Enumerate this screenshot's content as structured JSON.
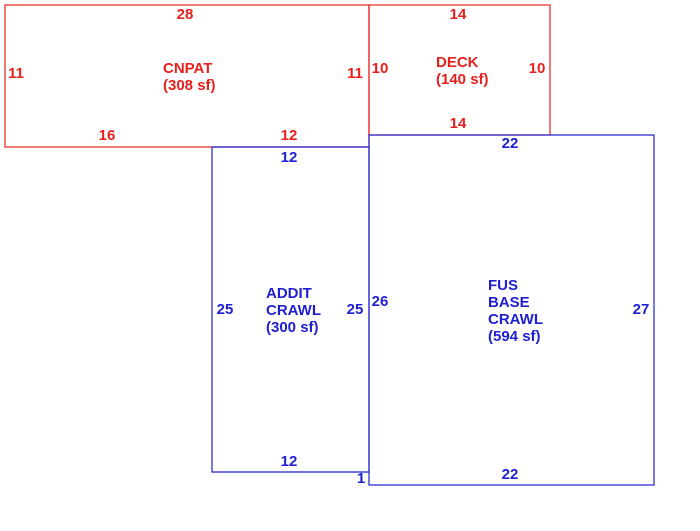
{
  "colors": {
    "red": "#e8201c",
    "blue": "#1f1fcf"
  },
  "areas": [
    {
      "id": "cnpat",
      "color": "red",
      "name": "CNPAT",
      "area": "(308 sf)",
      "dims": {
        "top": "28",
        "left": "11",
        "right": "11",
        "bottom_a": "16",
        "bottom_b": "12"
      }
    },
    {
      "id": "deck",
      "color": "red",
      "name": "DECK",
      "area": "(140 sf)",
      "dims": {
        "top": "14",
        "left": "10",
        "right": "10",
        "bottom": "14"
      }
    },
    {
      "id": "addit",
      "color": "blue",
      "name_lines": [
        "ADDIT",
        "CRAWL"
      ],
      "area": "(300 sf)",
      "dims": {
        "top": "12",
        "left": "25",
        "right": "25",
        "bottom": "12",
        "step": "1"
      }
    },
    {
      "id": "fus",
      "color": "blue",
      "name_lines": [
        "FUS",
        "BASE",
        "CRAWL"
      ],
      "area": "(594 sf)",
      "dims": {
        "top": "22",
        "left": "26",
        "right": "27",
        "bottom": "22"
      }
    }
  ]
}
